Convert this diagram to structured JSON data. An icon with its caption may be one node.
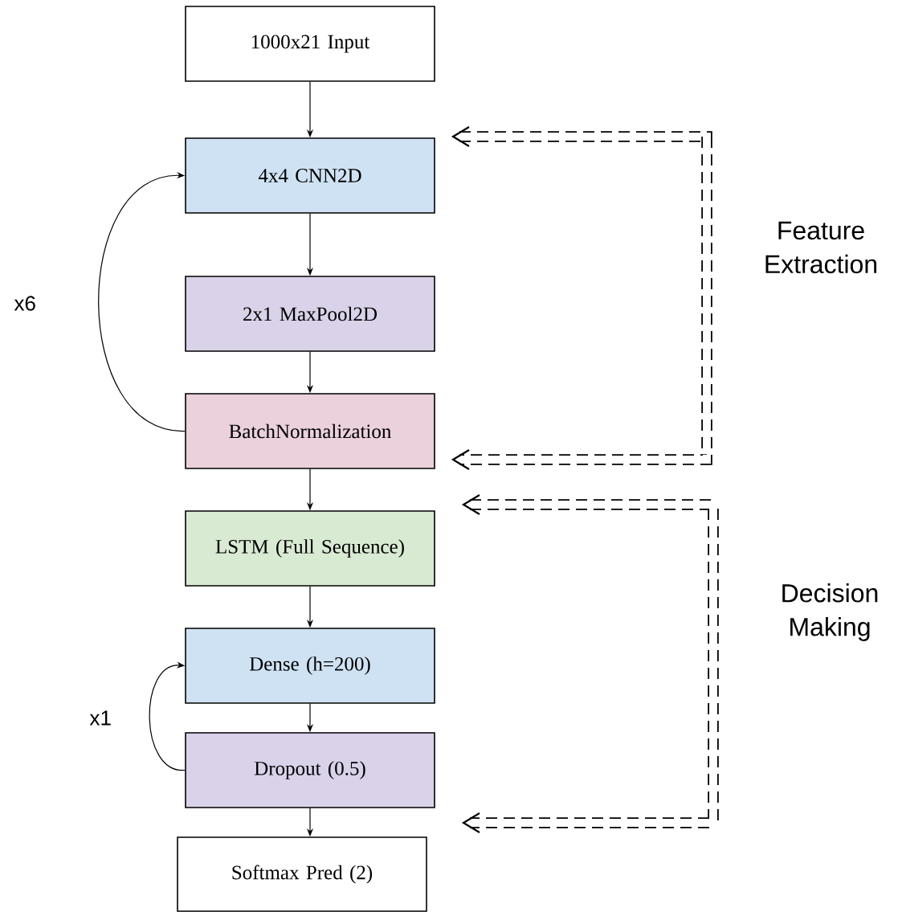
{
  "diagram": {
    "nodes": [
      {
        "text": [
          "1000x21 Input"
        ]
      },
      {
        "text": [
          "4x4 CNN2D"
        ]
      },
      {
        "text": [
          "2x1 MaxPool2D"
        ]
      },
      {
        "text": [
          "BatchNormalization"
        ]
      },
      {
        "text": [
          "LSTM (Full Sequence)"
        ]
      },
      {
        "text": [
          "Dense (h=200)"
        ]
      },
      {
        "text": [
          "Dropout (0.5)"
        ]
      },
      {
        "text": [
          "Softmax Pred (2)"
        ]
      }
    ],
    "edges": [
      {
        "from": 0,
        "to": 1,
        "arrow": "to"
      },
      {
        "from": 1,
        "to": 2,
        "arrow": "to"
      },
      {
        "from": 2,
        "to": 3,
        "arrow": "to"
      },
      {
        "from": 3,
        "to": 4,
        "arrow": "to"
      },
      {
        "from": 4,
        "to": 5,
        "arrow": "to"
      },
      {
        "from": 5,
        "to": 6,
        "arrow": "to"
      },
      {
        "from": 6,
        "to": 7,
        "arrow": "to"
      },
      {
        "from": 3,
        "to": 1,
        "arrow": "to",
        "label": "x6"
      },
      {
        "from": 6,
        "to": 5,
        "arrow": "to",
        "label": "x1"
      }
    ],
    "labels": [
      "Feature Extraction",
      "Decision Making"
    ]
  }
}
